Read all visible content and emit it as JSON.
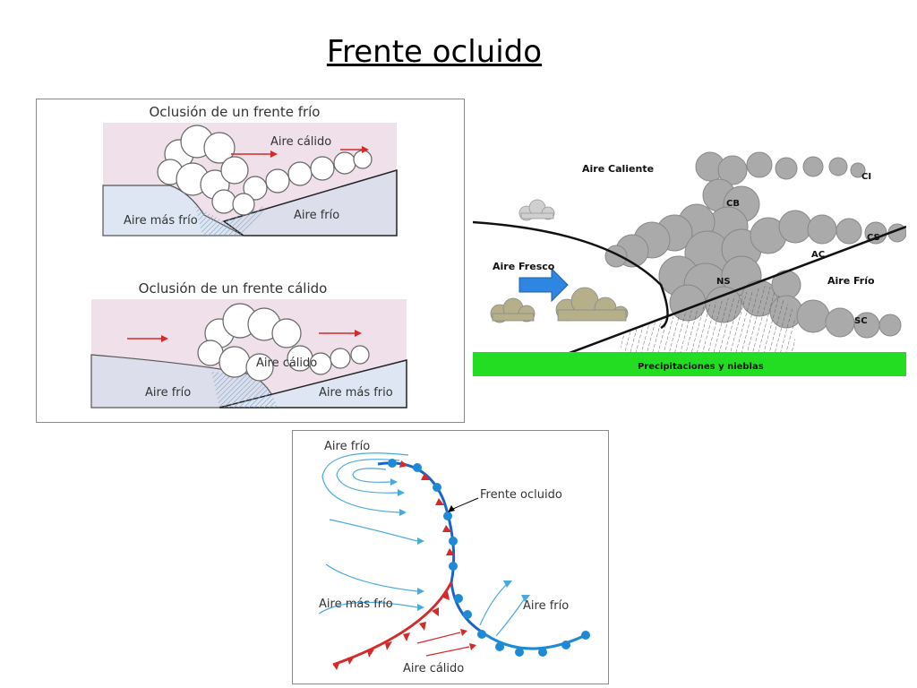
{
  "slide": {
    "title": "Frente ocluido"
  },
  "panel_cold": {
    "title": "Oclusión de un frente frío",
    "warm": "Aire cálido",
    "colder": "Aire más frío",
    "cold": "Aire frío"
  },
  "panel_warm": {
    "title": "Oclusión de un frente cálido",
    "warm": "Aire cálido",
    "cold": "Aire frío",
    "colder": "Aire más frio"
  },
  "cross_section": {
    "warm": "Aire Caliente",
    "fresh": "Aire Fresco",
    "cold": "Aire Frío",
    "precip": "Precipitaciones y nieblas",
    "clouds": {
      "ci": "CI",
      "cb": "CB",
      "cs": "CS",
      "ac": "AC",
      "ns": "NS",
      "sc": "SC"
    }
  },
  "map": {
    "cold_top": "Aire frío",
    "front": "Frente ocluido",
    "colder": "Aire más frío",
    "cold_right": "Aire frío",
    "warm": "Aire cálido"
  },
  "colors": {
    "warm_red": "#d42a2a",
    "cold_blue": "#1e8ad6",
    "pink_sky": "#efe0ea",
    "grey_blue_ground": "#dcdfeb",
    "grass_green": "#22dd22",
    "arrow_blue": "#2f86e0"
  }
}
